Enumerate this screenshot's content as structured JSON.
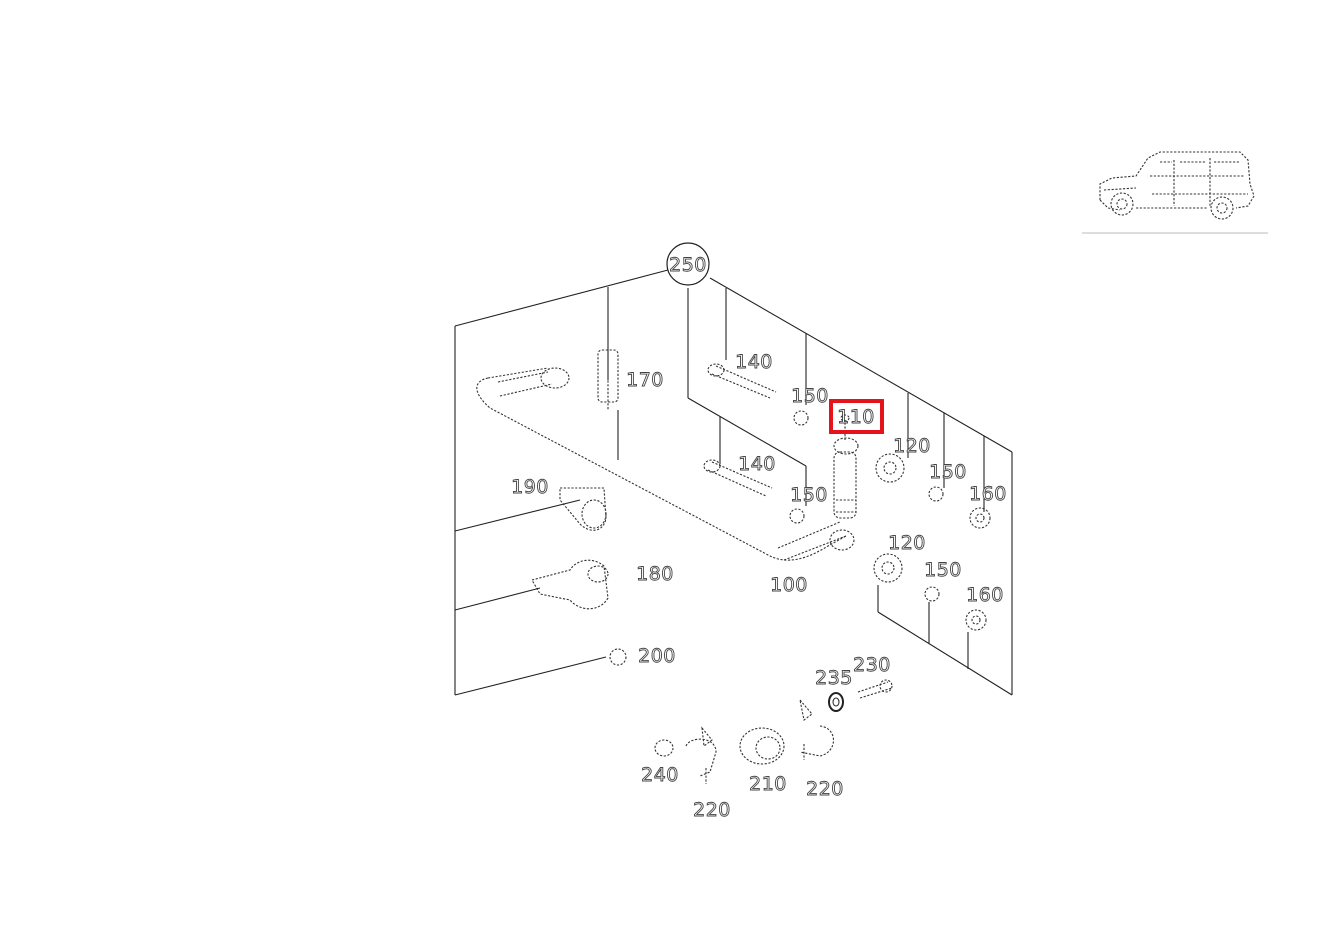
{
  "diagram": {
    "assembly_callout": "250",
    "highlighted_part": "110",
    "highlight_color": "#e4141b",
    "part_labels": {
      "p100": "100",
      "p110": "110",
      "p120a": "120",
      "p120b": "120",
      "p140a": "140",
      "p140b": "140",
      "p150a": "150",
      "p150b": "150",
      "p150c": "150",
      "p150d": "150",
      "p160a": "160",
      "p160b": "160",
      "p170": "170",
      "p180": "180",
      "p190": "190",
      "p200": "200",
      "p210": "210",
      "p220a": "220",
      "p220b": "220",
      "p230": "230",
      "p235": "235",
      "p240": "240"
    }
  },
  "thumbnail": {
    "icon": "vehicle-thumbnail-icon"
  }
}
